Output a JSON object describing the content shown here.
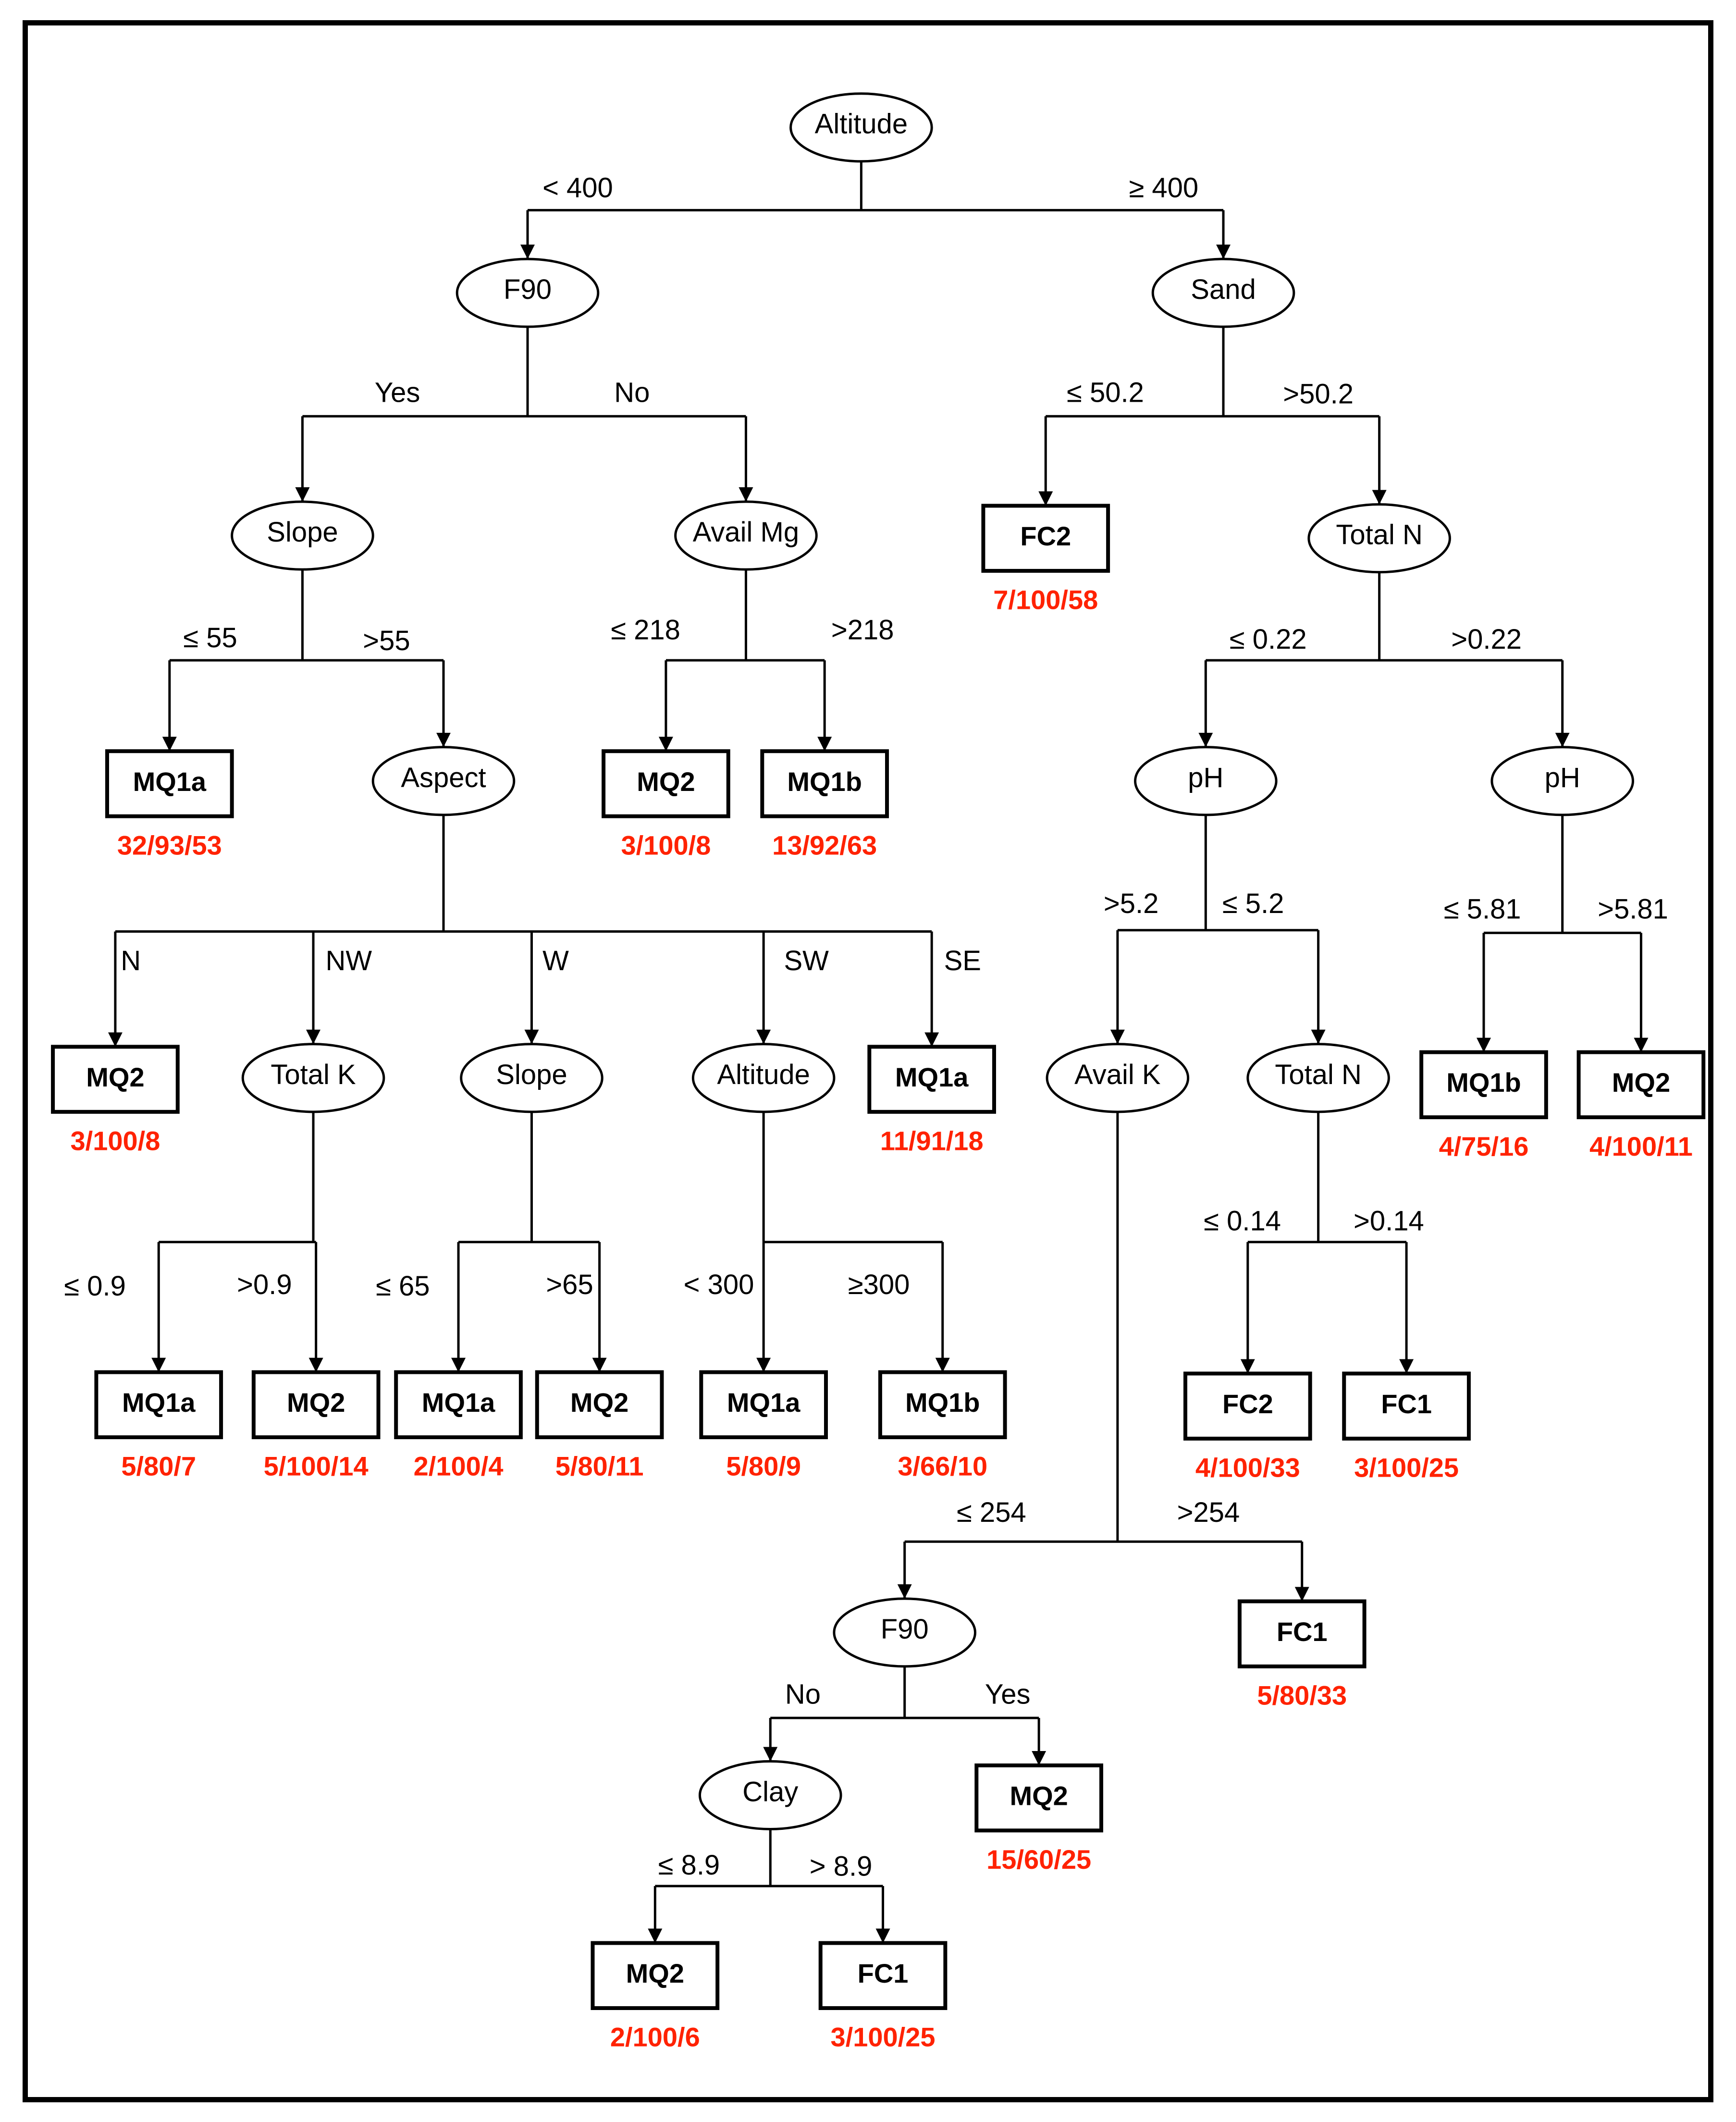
{
  "tree": {
    "nodes": [
      {
        "id": "n1",
        "kind": "split",
        "label": "Altitude",
        "stats": ""
      },
      {
        "id": "n2",
        "kind": "split",
        "label": "F90",
        "stats": ""
      },
      {
        "id": "n3",
        "kind": "split",
        "label": "Sand",
        "stats": ""
      },
      {
        "id": "n4",
        "kind": "split",
        "label": "Slope",
        "stats": ""
      },
      {
        "id": "n5",
        "kind": "split",
        "label": "Avail Mg",
        "stats": ""
      },
      {
        "id": "n6",
        "kind": "leaf",
        "label": "FC2",
        "stats": "7/100/58"
      },
      {
        "id": "n7",
        "kind": "split",
        "label": "Total N",
        "stats": ""
      },
      {
        "id": "n8",
        "kind": "leaf",
        "label": "MQ1a",
        "stats": "32/93/53"
      },
      {
        "id": "n9",
        "kind": "split",
        "label": "Aspect",
        "stats": ""
      },
      {
        "id": "n10",
        "kind": "leaf",
        "label": "MQ2",
        "stats": "3/100/8"
      },
      {
        "id": "n11",
        "kind": "leaf",
        "label": "MQ1b",
        "stats": "13/92/63"
      },
      {
        "id": "n12",
        "kind": "split",
        "label": "pH",
        "stats": ""
      },
      {
        "id": "n13",
        "kind": "split",
        "label": "pH",
        "stats": ""
      },
      {
        "id": "n14",
        "kind": "leaf",
        "label": "MQ2",
        "stats": "3/100/8"
      },
      {
        "id": "n15",
        "kind": "split",
        "label": "Total K",
        "stats": ""
      },
      {
        "id": "n16",
        "kind": "split",
        "label": "Slope",
        "stats": ""
      },
      {
        "id": "n17",
        "kind": "split",
        "label": "Altitude",
        "stats": ""
      },
      {
        "id": "n18",
        "kind": "leaf",
        "label": "MQ1a",
        "stats": "11/91/18"
      },
      {
        "id": "n19",
        "kind": "split",
        "label": "Avail K",
        "stats": ""
      },
      {
        "id": "n20",
        "kind": "split",
        "label": "Total N",
        "stats": ""
      },
      {
        "id": "n21",
        "kind": "leaf",
        "label": "MQ1b",
        "stats": "4/75/16"
      },
      {
        "id": "n22",
        "kind": "leaf",
        "label": "MQ2",
        "stats": "4/100/11"
      },
      {
        "id": "n23",
        "kind": "leaf",
        "label": "MQ1a",
        "stats": "5/80/7"
      },
      {
        "id": "n24",
        "kind": "leaf",
        "label": "MQ2",
        "stats": "5/100/14"
      },
      {
        "id": "n25",
        "kind": "leaf",
        "label": "MQ1a",
        "stats": "2/100/4"
      },
      {
        "id": "n26",
        "kind": "leaf",
        "label": "MQ2",
        "stats": "5/80/11"
      },
      {
        "id": "n27",
        "kind": "leaf",
        "label": "MQ1a",
        "stats": "5/80/9"
      },
      {
        "id": "n28",
        "kind": "leaf",
        "label": "MQ1b",
        "stats": "3/66/10"
      },
      {
        "id": "n29",
        "kind": "leaf",
        "label": "FC2",
        "stats": "4/100/33"
      },
      {
        "id": "n30",
        "kind": "leaf",
        "label": "FC1",
        "stats": "3/100/25"
      },
      {
        "id": "n31",
        "kind": "split",
        "label": "F90",
        "stats": ""
      },
      {
        "id": "n32",
        "kind": "leaf",
        "label": "FC1",
        "stats": "5/80/33"
      },
      {
        "id": "n33",
        "kind": "split",
        "label": "Clay",
        "stats": ""
      },
      {
        "id": "n34",
        "kind": "leaf",
        "label": "MQ2",
        "stats": "15/60/25"
      },
      {
        "id": "n35",
        "kind": "leaf",
        "label": "MQ2",
        "stats": "2/100/6"
      },
      {
        "id": "n36",
        "kind": "leaf",
        "label": "FC1",
        "stats": "3/100/25"
      }
    ],
    "edges": [
      {
        "from": "n1",
        "to": "n2",
        "label": "< 400"
      },
      {
        "from": "n1",
        "to": "n3",
        "label": "≥ 400"
      },
      {
        "from": "n2",
        "to": "n4",
        "label": "Yes"
      },
      {
        "from": "n2",
        "to": "n5",
        "label": "No"
      },
      {
        "from": "n3",
        "to": "n6",
        "label": "≤  50.2"
      },
      {
        "from": "n3",
        "to": "n7",
        "label": ">50.2"
      },
      {
        "from": "n4",
        "to": "n8",
        "label": "≤ 55"
      },
      {
        "from": "n4",
        "to": "n9",
        "label": ">55"
      },
      {
        "from": "n5",
        "to": "n10",
        "label": "≤ 218"
      },
      {
        "from": "n5",
        "to": "n11",
        "label": ">218"
      },
      {
        "from": "n7",
        "to": "n12",
        "label": "≤ 0.22"
      },
      {
        "from": "n7",
        "to": "n13",
        "label": ">0.22"
      },
      {
        "from": "n9",
        "to": "n14",
        "label": "N"
      },
      {
        "from": "n9",
        "to": "n15",
        "label": "NW"
      },
      {
        "from": "n9",
        "to": "n16",
        "label": "W"
      },
      {
        "from": "n9",
        "to": "n17",
        "label": "SW"
      },
      {
        "from": "n9",
        "to": "n18",
        "label": "SE"
      },
      {
        "from": "n12",
        "to": "n19",
        "label": ">5.2"
      },
      {
        "from": "n12",
        "to": "n20",
        "label": "≤ 5.2"
      },
      {
        "from": "n13",
        "to": "n21",
        "label": "≤ 5.81"
      },
      {
        "from": "n13",
        "to": "n22",
        "label": ">5.81"
      },
      {
        "from": "n15",
        "to": "n23",
        "label": "≤ 0.9"
      },
      {
        "from": "n15",
        "to": "n24",
        "label": ">0.9"
      },
      {
        "from": "n16",
        "to": "n25",
        "label": "≤ 65"
      },
      {
        "from": "n16",
        "to": "n26",
        "label": ">65"
      },
      {
        "from": "n17",
        "to": "n27",
        "label": "< 300"
      },
      {
        "from": "n17",
        "to": "n28",
        "label": "≥300"
      },
      {
        "from": "n20",
        "to": "n29",
        "label": "≤ 0.14"
      },
      {
        "from": "n20",
        "to": "n30",
        "label": ">0.14"
      },
      {
        "from": "n19",
        "to": "n31",
        "label": "≤ 254"
      },
      {
        "from": "n19",
        "to": "n32",
        "label": ">254"
      },
      {
        "from": "n31",
        "to": "n33",
        "label": "No"
      },
      {
        "from": "n31",
        "to": "n34",
        "label": "Yes"
      },
      {
        "from": "n33",
        "to": "n35",
        "label": "≤ 8.9"
      },
      {
        "from": "n33",
        "to": "n36",
        "label": "> 8.9"
      }
    ]
  },
  "colors": {
    "line": "#000000",
    "stats": "#ff2200",
    "background": "#ffffff"
  }
}
